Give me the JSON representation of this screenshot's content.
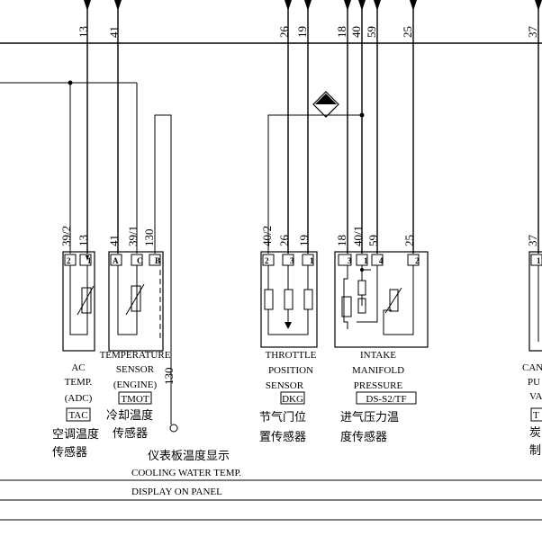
{
  "top_wires": [
    "13",
    "41",
    "26",
    "19",
    "18",
    "40",
    "59",
    "25",
    "37"
  ],
  "connector_labels": {
    "ac": [
      "39/2",
      "13"
    ],
    "tmot": [
      "41",
      "39/1",
      "130"
    ],
    "dkg": [
      "40/2",
      "26",
      "19"
    ],
    "map": [
      "18",
      "40/1",
      "59",
      "25"
    ],
    "right": [
      "37"
    ]
  },
  "pin_labels": {
    "ac": [
      "2",
      "1"
    ],
    "tmot": [
      "A",
      "C",
      "B"
    ],
    "dkg": [
      "2",
      "3",
      "1"
    ],
    "map": [
      "3",
      "1",
      "4",
      "2"
    ],
    "right": [
      "1"
    ]
  },
  "wire_130": "130",
  "sensors": {
    "ac": {
      "en": [
        "AC",
        "TEMP.",
        "(ADC)"
      ],
      "code": "TAC",
      "cn": [
        "空调温度",
        "传感器"
      ]
    },
    "tmot": {
      "en": [
        "TEMPERATURE",
        "SENSOR",
        "(ENGINE)"
      ],
      "code": "TMOT",
      "cn": [
        "冷却温度",
        "传感器"
      ]
    },
    "dkg": {
      "en": [
        "THROTTLE",
        "POSITION",
        "SENSOR"
      ],
      "code": "DKG",
      "cn": [
        "节气门位",
        "置传感器"
      ]
    },
    "map": {
      "en": [
        "INTAKE",
        "MANIFOLD",
        "PRESSURE"
      ],
      "code": "DS-S2/TF",
      "cn": [
        "进气压力温",
        "度传感器"
      ]
    },
    "right": {
      "en": [
        "CAN",
        "PU",
        "VA"
      ],
      "code": "T",
      "cn": [
        "炭",
        "制"
      ]
    }
  },
  "panel_display": {
    "cn": "仪表板温度显示",
    "en": [
      "COOLING WATER TEMP.",
      "DISPLAY ON PANEL"
    ]
  }
}
